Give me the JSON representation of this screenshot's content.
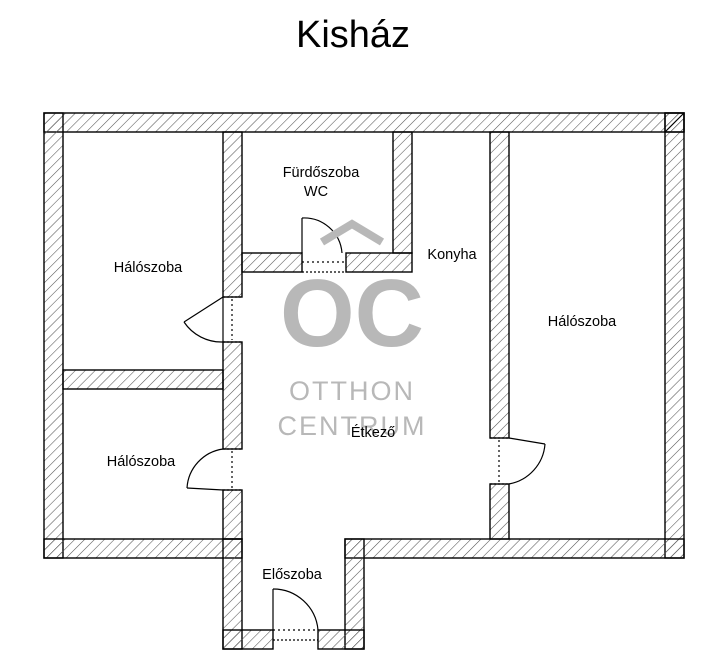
{
  "title": "Kisház",
  "rooms": {
    "bedroom_top_left": "Hálószoba",
    "bathroom_line1": "Fürdőszoba",
    "bathroom_line2": "WC",
    "kitchen": "Konyha",
    "bedroom_right": "Hálószoba",
    "bedroom_bottom_left": "Hálószoba",
    "dining": "Étkező",
    "hallway": "Előszoba"
  },
  "watermark": {
    "logo": "OC",
    "line1": "OTTHON",
    "line2": "CENTRUM"
  },
  "colors": {
    "wall_outline": "#000000",
    "hatch": "#555555",
    "watermark": "#b8b8b8"
  }
}
